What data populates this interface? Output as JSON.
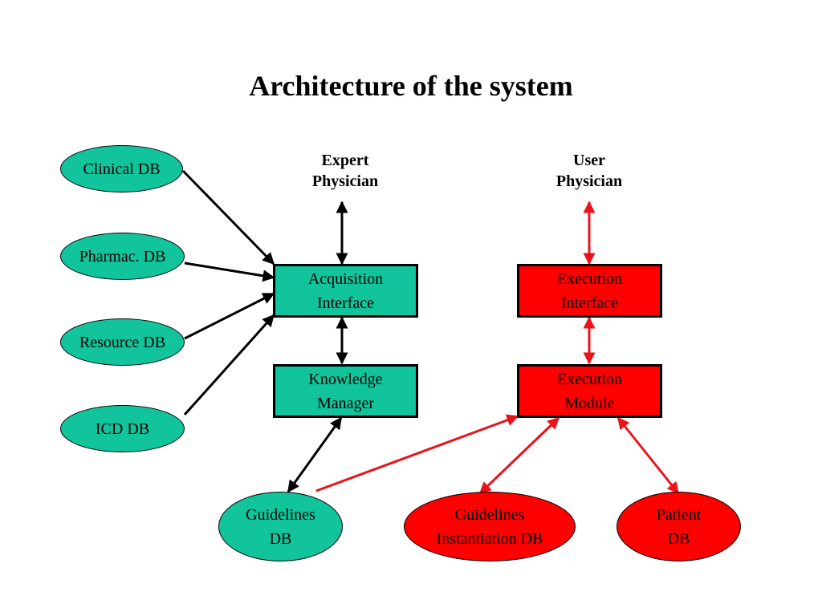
{
  "title": "Architecture of the system",
  "actors": {
    "expert": {
      "line1": "Expert",
      "line2": "Physician"
    },
    "user": {
      "line1": "User",
      "line2": "Physician"
    }
  },
  "databases": {
    "clinical": "Clinical DB",
    "pharmac": "Pharmac. DB",
    "resource": "Resource DB",
    "icd": "ICD DB",
    "guidelines": {
      "line1": "Guidelines",
      "line2": "DB"
    },
    "instantiation": {
      "line1": "Guidelines",
      "line2": "Instantiation DB"
    },
    "patient": {
      "line1": "Patient",
      "line2": "DB"
    }
  },
  "modules": {
    "acquisition": {
      "line1": "Acquisition",
      "line2": "Interface"
    },
    "knowledge": {
      "line1": "Knowledge",
      "line2": "Manager"
    },
    "execution_interface": {
      "line1": "Execution",
      "line2": "Interface"
    },
    "execution_module": {
      "line1": "Execution",
      "line2": "Module"
    }
  },
  "colors": {
    "green_fill": "#12c49b",
    "red_fill": "#fe0000",
    "black_arrow": "#000000",
    "red_arrow": "#e8141a"
  }
}
